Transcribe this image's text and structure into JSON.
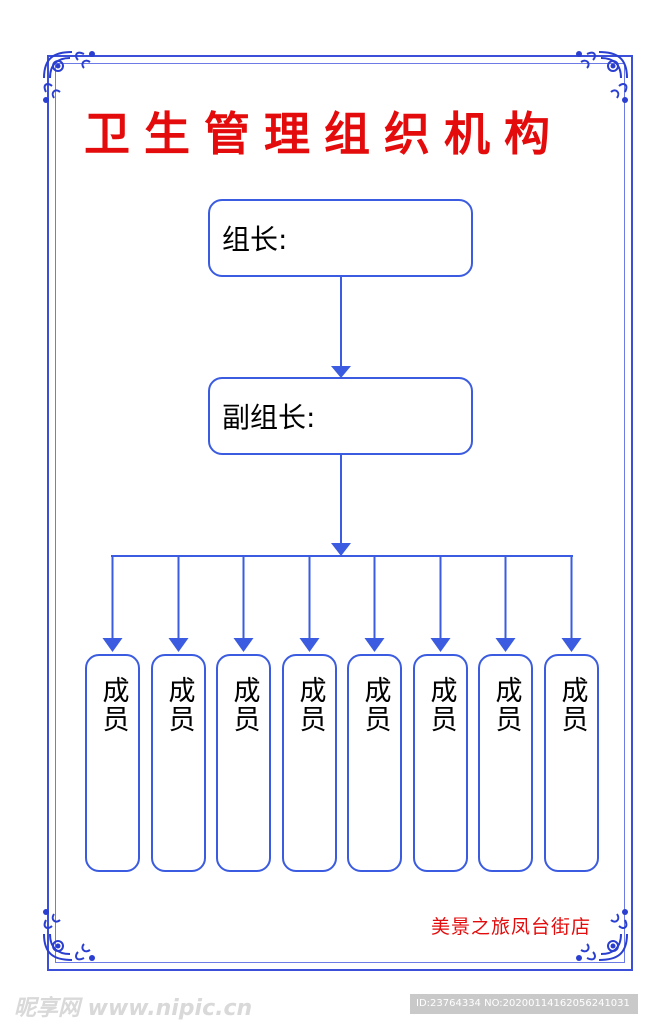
{
  "title": "卫生管理组织机构",
  "leader_label": "组长:",
  "deputy_label": "副组长:",
  "members": [
    {
      "label": "成员"
    },
    {
      "label": "成员"
    },
    {
      "label": "成员"
    },
    {
      "label": "成员"
    },
    {
      "label": "成员"
    },
    {
      "label": "成员"
    },
    {
      "label": "成员"
    },
    {
      "label": "成员"
    }
  ],
  "shop_name": "美景之旅凤台街店",
  "watermark": "昵享网 www.nipic.cn",
  "image_id": "ID:23764334 NO:20200114162056241031",
  "colors": {
    "title": "#e30b0b",
    "line": "#3b5ce0",
    "frame": "#3b4fd8"
  },
  "icons": [
    "corner-ornament-icon"
  ]
}
